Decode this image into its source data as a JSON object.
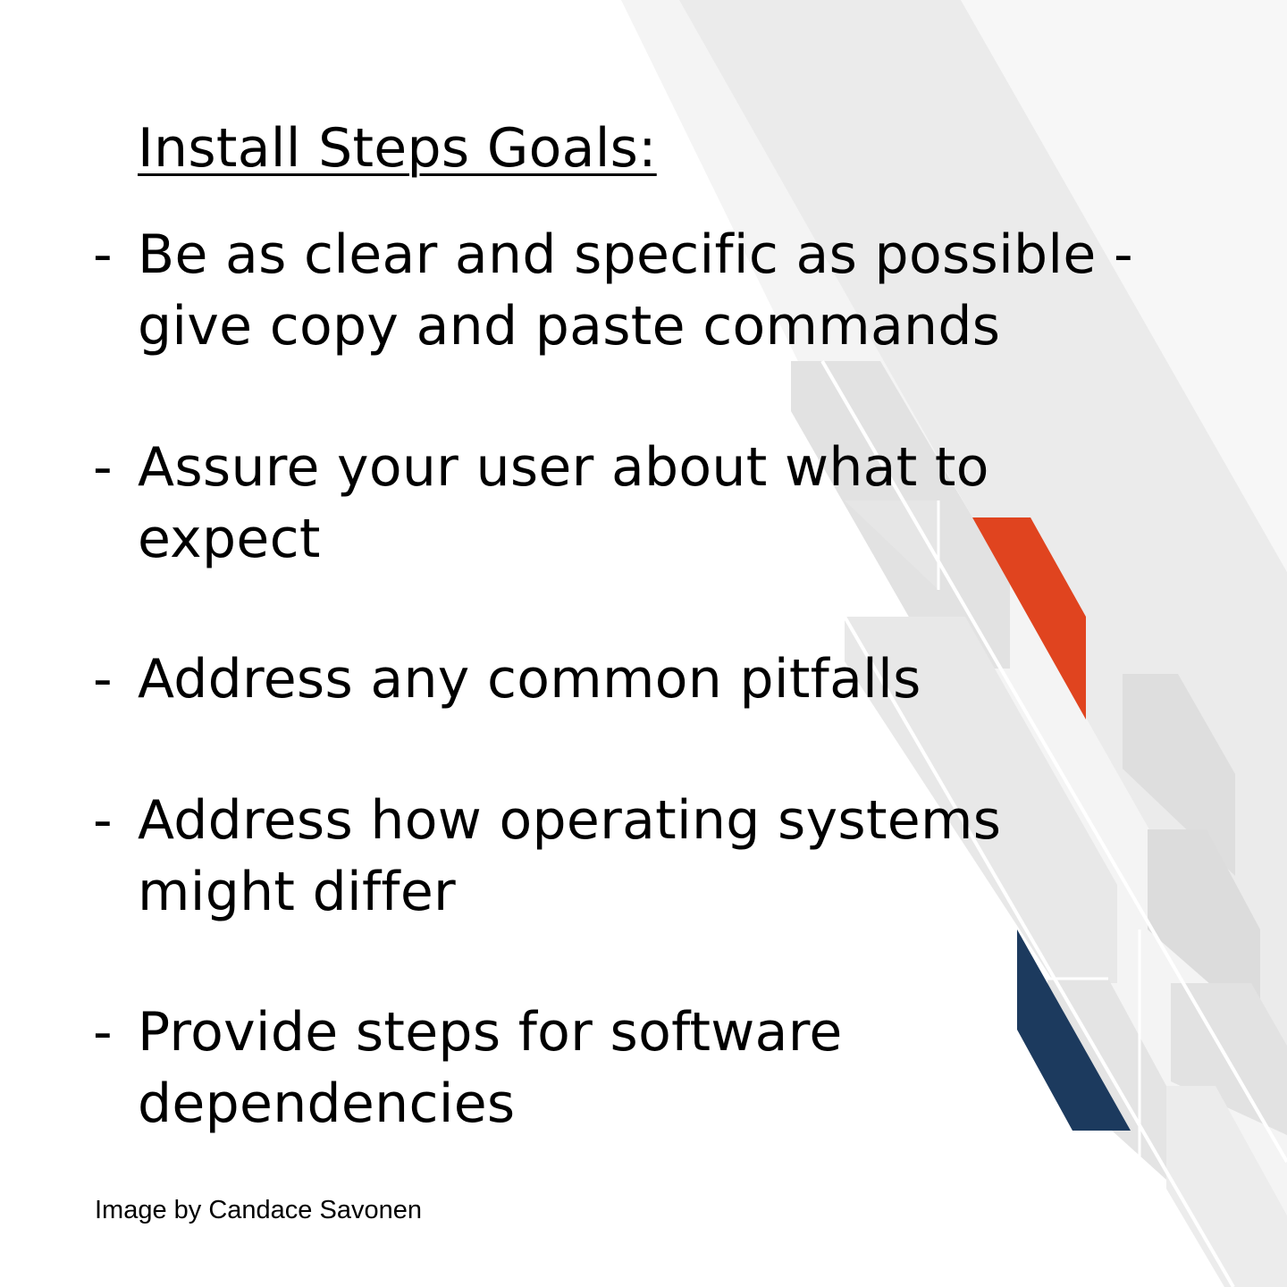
{
  "title": "Install Steps Goals:",
  "bullet_marker": "-",
  "bullets": [
    "Be as clear and specific as possible -\ngive copy and paste commands",
    "Assure your user about what to\nexpect",
    "Address any common pitfalls",
    "Address how operating systems\nmight differ",
    "Provide steps for software\ndependencies"
  ],
  "credit": "Image by Candace Savonen",
  "colors": {
    "background": "#ffffff",
    "text": "#000000",
    "accent_orange": "#e0441f",
    "accent_navy": "#1c3a5e",
    "shape_light_gray": "#ececec",
    "shape_mid_gray": "#dedede"
  }
}
